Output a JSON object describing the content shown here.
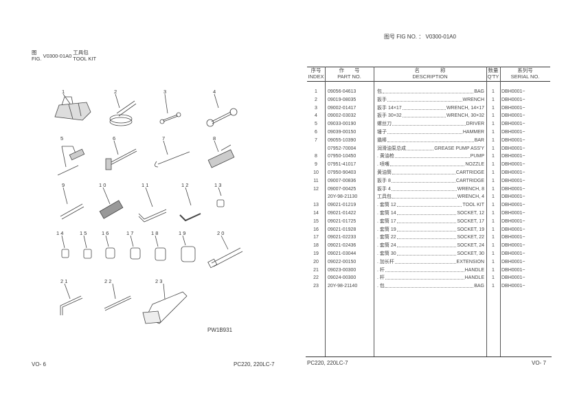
{
  "left_page": {
    "fig_label_cn": "图",
    "fig_label_en": "FIG.",
    "fig_number": "V0300-01A0",
    "fig_title_cn": "工具包",
    "fig_title_en": "TOOL KIT",
    "callouts": [
      "1",
      "2",
      "3",
      "4",
      "5",
      "6",
      "7",
      "8",
      "9",
      "1 0",
      "1 1",
      "1 2",
      "1 3",
      "1 4",
      "1 5",
      "1 6",
      "1 7",
      "1 8",
      "1 9",
      "2 0",
      "2 1",
      "2 2",
      "2 3"
    ],
    "drawing_code": "PW1B931",
    "page_number": "VO- 6",
    "model": "PC220, 220LC-7"
  },
  "right_page": {
    "fig_no_cn": "图号",
    "fig_no_label": "FIG NO.",
    "fig_no_sep": "：",
    "fig_no_value": "V0300-01A0",
    "headers": {
      "index_cn": "序号",
      "index_en": "INDEX",
      "part_cn": "作　　号",
      "part_en": "PART NO.",
      "desc_cn": "名　　　　称",
      "desc_en": "DESCRIPTION",
      "qty_cn": "数量",
      "qty_en": "Q'TY",
      "serial_cn": "系列号",
      "serial_en": "SERIAL NO."
    },
    "rows": [
      {
        "index": "1",
        "part": "09056-04613",
        "cn": "包",
        "en": "BAG",
        "qty": "1",
        "serial": "DBH0001~"
      },
      {
        "index": "2",
        "part": "09019-08035",
        "cn": "扳手",
        "en": "WRENCH",
        "qty": "1",
        "serial": "DBH0001~"
      },
      {
        "index": "3",
        "part": "09002-01417",
        "cn": "扳手 14×17",
        "en": "WRENCH, 14×17",
        "qty": "1",
        "serial": "DBH0001~"
      },
      {
        "index": "4",
        "part": "09002-03032",
        "cn": "扳手 30×32",
        "en": "WRENCH, 30×32",
        "qty": "1",
        "serial": "DBH0001~"
      },
      {
        "index": "5",
        "part": "09033-00190",
        "cn": "螺丝刀",
        "en": "DRIVER",
        "qty": "1",
        "serial": "DBH0001~"
      },
      {
        "index": "6",
        "part": "09039-00150",
        "cn": "锤子",
        "en": "HAMMER",
        "qty": "1",
        "serial": "DBH0001~"
      },
      {
        "index": "7",
        "part": "09055-10390",
        "cn": "撬棒",
        "en": "BAR",
        "qty": "1",
        "serial": "DBH0001~"
      },
      {
        "index": "",
        "part": "07952-70004",
        "cn": "润滑油泵总成",
        "en": "GREASE PUMP ASS'Y",
        "qty": "1",
        "serial": "DBH0001~"
      },
      {
        "index": "8",
        "part": "07950-10450",
        "cn": ". 黄油枪",
        "en": "PUMP",
        "qty": "1",
        "serial": "DBH0001~"
      },
      {
        "index": "9",
        "part": "07951-41017",
        "cn": ". 喷嘴",
        "en": "NOZZLE",
        "qty": "1",
        "serial": "DBH0001~"
      },
      {
        "index": "10",
        "part": "07950-90403",
        "cn": "黄油筒",
        "en": "CARTRIDGE",
        "qty": "1",
        "serial": "DBH0001~"
      },
      {
        "index": "11",
        "part": "09007-00836",
        "cn": "扳手 8",
        "en": "CARTRIDGE",
        "qty": "1",
        "serial": "DBH0001~"
      },
      {
        "index": "12",
        "part": "09007-00425",
        "cn": "扳手 4",
        "en": "WRENCH, 8",
        "qty": "1",
        "serial": "DBH0001~"
      },
      {
        "index": "",
        "part": "20Y-98-21130",
        "cn": "工具包",
        "en": "WRENCH, 4",
        "qty": "1",
        "serial": "DBH0001~"
      },
      {
        "index": "13",
        "part": "09021-01219",
        "cn": ". 套筒 12",
        "en": "TOOL KIT",
        "qty": "1",
        "serial": "DBH0001~"
      },
      {
        "index": "14",
        "part": "09021-01422",
        "cn": ". 套筒 14",
        "en": "SOCKET, 12",
        "qty": "1",
        "serial": "DBH0001~"
      },
      {
        "index": "15",
        "part": "09021-01725",
        "cn": ". 套筒 17",
        "en": "SOCKET, 17",
        "qty": "1",
        "serial": "DBH0001~"
      },
      {
        "index": "16",
        "part": "09021-01928",
        "cn": ". 套筒 19",
        "en": "SOCKET, 19",
        "qty": "1",
        "serial": "DBH0001~"
      },
      {
        "index": "17",
        "part": "09021-02233",
        "cn": ". 套筒 22",
        "en": "SOCKET, 22",
        "qty": "1",
        "serial": "DBH0001~"
      },
      {
        "index": "18",
        "part": "09021-02436",
        "cn": ". 套筒 24",
        "en": "SOCKET, 24",
        "qty": "1",
        "serial": "DBH0001~"
      },
      {
        "index": "19",
        "part": "09021-03044",
        "cn": ". 套筒 30",
        "en": "SOCKET, 30",
        "qty": "1",
        "serial": "DBH0001~"
      },
      {
        "index": "20",
        "part": "09022-00150",
        "cn": ". 加长杆",
        "en": "EXTENSION",
        "qty": "1",
        "serial": "DBH0001~"
      },
      {
        "index": "21",
        "part": "09023-00300",
        "cn": ". 杆",
        "en": "HANDLE",
        "qty": "1",
        "serial": "DBH0001~"
      },
      {
        "index": "22",
        "part": "09024-00300",
        "cn": ". 杆",
        "en": "HANDLE",
        "qty": "1",
        "serial": "DBH0001~"
      },
      {
        "index": "23",
        "part": "20Y-98-21140",
        "cn": ". 包",
        "en": "BAG",
        "qty": "1",
        "serial": "DBH0001~"
      }
    ],
    "model": "PC220, 220LC-7",
    "page_number": "VO- 7"
  }
}
